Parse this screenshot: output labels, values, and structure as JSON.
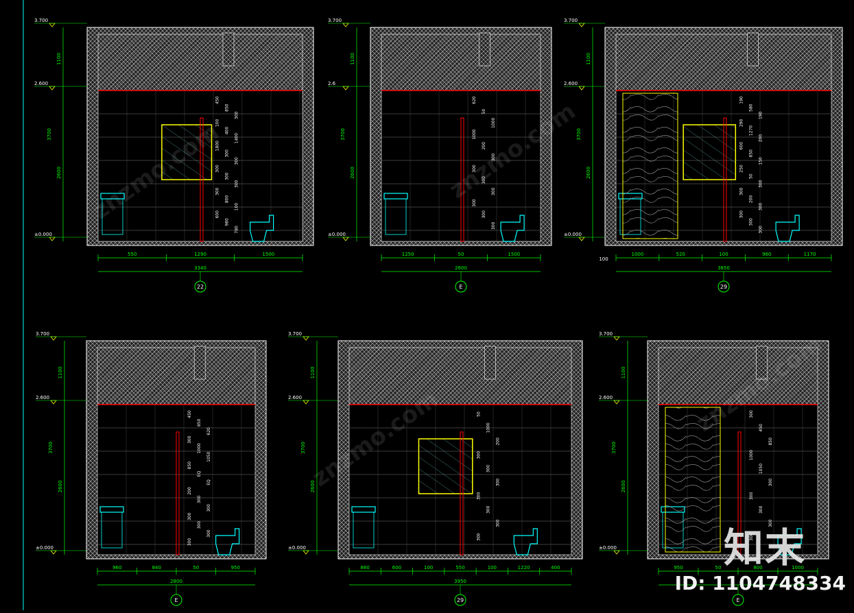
{
  "drawing": {
    "elevation_markers": [
      "22",
      "E",
      "29",
      "E",
      "29",
      "E"
    ],
    "levels": [
      "3.700",
      "2.600",
      "±0.000"
    ],
    "level_alt": "2.6",
    "heights": [
      "1100",
      "2600",
      "3700"
    ],
    "panels": [
      {
        "bottom_dims": [
          "550",
          "1290",
          "1500"
        ],
        "total": "3340",
        "inner_dims": [
          "450",
          "850",
          "300",
          "100",
          "400",
          "1400",
          "1800",
          "300",
          "300",
          "300",
          "300",
          "300",
          "300",
          "800",
          "100",
          "600",
          "980",
          "780"
        ]
      },
      {
        "bottom_dims": [
          "1250",
          "50",
          "1500"
        ],
        "total": "2800",
        "inner_dims": [
          "620",
          "50",
          "1000",
          "1000",
          "200",
          "300",
          "300",
          "300",
          "300",
          "300",
          "300",
          "300"
        ]
      },
      {
        "bottom_dims": [
          "1000",
          "520",
          "100",
          "960",
          "1170"
        ],
        "total": "3850",
        "left_dim": "100",
        "inner_dims": [
          "190",
          "580",
          "190",
          "290",
          "1270",
          "200",
          "600",
          "850",
          "150",
          "250",
          "50",
          "300",
          "300",
          "200",
          "300",
          "300",
          "300",
          "300"
        ]
      },
      {
        "bottom_dims": [
          "960",
          "840",
          "50",
          "950"
        ],
        "total": "2800",
        "inner_dims": [
          "450",
          "850",
          "620",
          "300",
          "1000",
          "1050",
          "850",
          "EQ",
          "EQ",
          "200",
          "300",
          "300",
          "300",
          "300",
          "300",
          "300"
        ]
      },
      {
        "bottom_dims": [
          "880",
          "600",
          "100",
          "550",
          "100",
          "1220",
          "400"
        ],
        "total": "3950",
        "inner_dims": [
          "50",
          "1000",
          "200",
          "300",
          "300",
          "300",
          "300",
          "300",
          "300",
          "300"
        ]
      },
      {
        "bottom_dims": [
          "950",
          "50",
          "800",
          "1000"
        ],
        "total": "",
        "inner_dims": [
          "300",
          "450",
          "850",
          "1000",
          "1050",
          "300",
          "300",
          "300",
          "300",
          "300"
        ]
      }
    ]
  },
  "watermark": {
    "site": "znzmo.com",
    "logo": "知末",
    "id_text": "ID: 1104748334"
  },
  "colors": {
    "background": "#000000",
    "dimension": "#00ff00",
    "wall": "#ffffff",
    "ceiling_line": "#ff0000",
    "tile": "#c0c0c0",
    "fixture": "#00ffff",
    "glass_frame": "#ffff00",
    "level_marker": "#ffff00",
    "axis_line": "#00ffff"
  }
}
